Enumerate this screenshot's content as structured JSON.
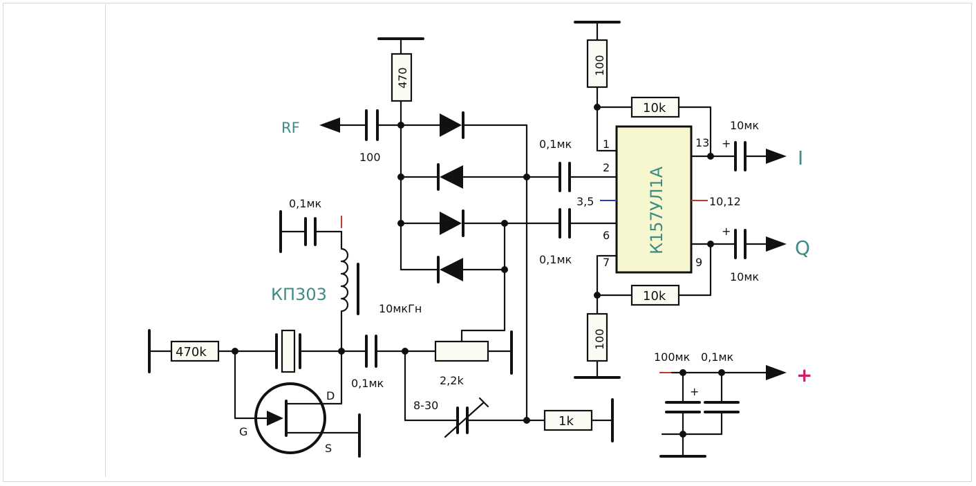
{
  "colors": {
    "wire": "#111111",
    "teal": "#3f8b86",
    "ic_fill": "#f6f7cf",
    "plus_magenta": "#cc1f6a",
    "pin_blue": "#2b3bb3",
    "pin_red": "#c0392b"
  },
  "labels": {
    "rf": "RF",
    "c_rf": "100",
    "r_top": "470",
    "c01_a": "0,1мк",
    "c01_b": "0,1мк",
    "c01_coil": "0,1мк",
    "c01_gate": "0,1мк",
    "c01_supply": "0,1мк",
    "r100_top": "100",
    "r100_bottom": "100",
    "r10k_top": "10k",
    "r10k_bottom": "10k",
    "ic": "К157УЛ1А",
    "pin1": "1",
    "pin2": "2",
    "pin35": "3,5",
    "pin6": "6",
    "pin7": "7",
    "pin13": "13",
    "pin1012": "10,12",
    "pin9": "9",
    "c10_i": "10мк",
    "c10_q": "10мк",
    "out_i": "I",
    "out_q": "Q",
    "plus_i": "+",
    "plus_q": "+",
    "fet": "КП303",
    "l": "10мкГн",
    "r470k": "470k",
    "pot": "2,2k",
    "trim": "8-30",
    "r1k": "1k",
    "fet_d": "D",
    "fet_g": "G",
    "fet_s": "S",
    "c100_supply": "100мк",
    "plus_cap": "+",
    "plus_out": "+"
  }
}
